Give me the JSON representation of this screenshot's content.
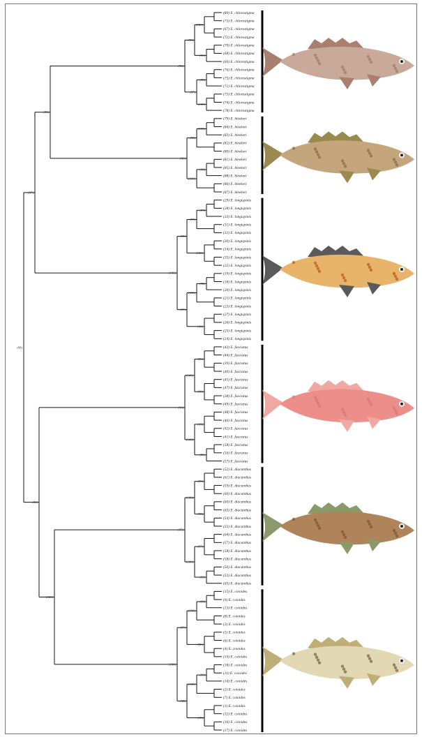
{
  "clades": [
    {
      "species": "E. chlorostigma",
      "labels": [
        "(80) E. chlorostigma",
        "(73) E. chlorostigma",
        "(67) E. chlorostigma",
        "(72) E. chlorostigma",
        "(70) E. chlorostigma",
        "(68) E. chlorostigma",
        "(69) E. chlorostigma",
        "(76) E. chlorostigma",
        "(75) E. chlorostigma",
        "(71) E. chlorostigma",
        "(73) E. chlorostigma",
        "(74) E. chlorostigma",
        "(78) E. chlorostigma"
      ],
      "fish": {
        "body": "#c9a99a",
        "fin": "#a9806f",
        "spots": "#9c7a6a"
      }
    },
    {
      "species": "E. bleekeri",
      "labels": [
        "(79) E. bleekeri",
        "(84) E. bleekeri",
        "(83) E. bleekeri",
        "(82) E. bleekeri",
        "(80) E. bleekeri",
        "(81) E. bleekeri",
        "(85) E. bleekeri",
        "(88) E. bleekeri",
        "(86) E. bleekeri",
        "(87) E. bleekeri"
      ],
      "fish": {
        "body": "#c4a57c",
        "fin": "#9b8a4f",
        "spots": "#8a6a40"
      }
    },
    {
      "species": "E. longispinis",
      "labels": [
        "(29) E. longispinis",
        "(28) E. longispinis",
        "(33) E. longispinis",
        "(31) E. longispinis",
        "(32) E. longispinis",
        "(30) E. longispinis",
        "(34) E. longispinis",
        "(35) E. longispinis",
        "(22) E. longispinis",
        "(19) E. longispinis",
        "(18) E. longispinis",
        "(20) E. longispinis",
        "(21) E. longispinis",
        "(23) E. longispinis",
        "(27) E. longispinis",
        "(26) E. longispinis",
        "(25) E. longispinis",
        "(24) E. longispinis"
      ],
      "fish": {
        "body": "#e8b469",
        "fin": "#5a5a5a",
        "spots": "#b4561c"
      }
    },
    {
      "species": "E. fasciatus",
      "labels": [
        "(43) E. fasciatus",
        "(44) E. fasciatus",
        "(39) E. fasciatus",
        "(40) E. fasciatus",
        "(45) E. fasciatus",
        "(47) E. fasciatus",
        "(38) E. fasciatus",
        "(49) E. fasciatus",
        "(48) E. fasciatus",
        "(46) E. fasciatus",
        "(42) E. fasciatus",
        "(41) E. fasciatus",
        "(58) E. fasciatus",
        "(56) E. fasciatus",
        "(57) E. fasciatus"
      ],
      "fish": {
        "body": "#ec8f8a",
        "fin": "#f0a8a2",
        "spots": "#d87470"
      }
    },
    {
      "species": "E. diacanthus",
      "labels": [
        "(52) E. diacanthus",
        "(61) E. diacanthus",
        "(59) E. diacanthus",
        "(60) E. diacanthus",
        "(60) E. diacanthus",
        "(63) E. diacanthus",
        "(54) E. diacanthus",
        "(55) E. diacanthus",
        "(64) E. diacanthus",
        "(57) E. diacanthus",
        "(58) E. diacanthus",
        "(58) E. diacanthus",
        "(56) E. diacanthus",
        "(53) E. diacanthus",
        "(65) E. diacanthus"
      ],
      "fish": {
        "body": "#b0845a",
        "fin": "#8a9a6a",
        "spots": "#7a5434"
      }
    },
    {
      "species": "E. coioides",
      "labels": [
        "(15) E. coioides",
        "(9) E. coioides",
        "(13) E. coioides",
        "(8) E. coioides",
        "(3) E. coioides",
        "(5) E. coioides",
        "(6) E. coioides",
        "(4) E. coioides",
        "(10) E. coioides",
        "(18) E. coioides",
        "(11) E. coioides",
        "(14) E. coioides",
        "(2) E. coioides",
        "(7) E. coioides",
        "(1) E. coioides",
        "(12) E. coioides",
        "(16) E. coioides",
        "(17) E. coioides"
      ],
      "fish": {
        "body": "#e3d8b4",
        "fin": "#bfae78",
        "spots": "#6e6040"
      }
    }
  ],
  "node_labels": [
    "(100)",
    "(96)",
    "(99)",
    "(98)",
    "(100)",
    "(97)",
    "(99)",
    "(100)",
    "(95)",
    "(98)",
    "(100)",
    "(96)",
    "(97)",
    "(99)",
    "(100)",
    "(95)",
    "(98)",
    "(100)",
    "(99)",
    "(97)",
    "(100)",
    "(96)",
    "(98)",
    "(100)",
    "(99)",
    "(95)"
  ]
}
